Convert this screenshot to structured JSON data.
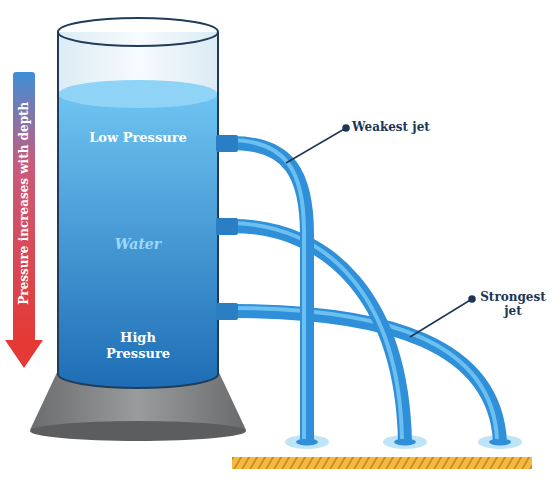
{
  "diagram": {
    "nodes": [
      {
        "text": [
          "Low Pressure",
          "Water",
          "High Pressure"
        ]
      }
    ],
    "labels": [
      "Pressure increases with depth",
      "Weakest jet",
      "Strongest jet"
    ]
  }
}
